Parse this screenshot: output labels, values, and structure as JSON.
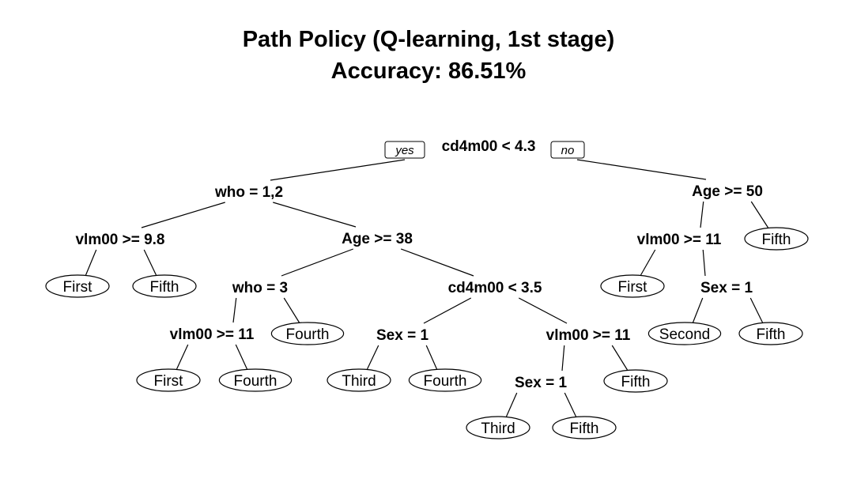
{
  "title": {
    "line1": "Path Policy (Q-learning, 1st stage)",
    "line2": "Accuracy: 86.51%"
  },
  "tree": {
    "root_yes_label": "yes",
    "root_no_label": "no",
    "nodes": [
      {
        "id": "n1",
        "label": "cd4m00 < 4.3",
        "leaf": false,
        "parent": null
      },
      {
        "id": "n2",
        "label": "who = 1,2",
        "leaf": false,
        "parent": "n1"
      },
      {
        "id": "n3",
        "label": "Age >= 50",
        "leaf": false,
        "parent": "n1"
      },
      {
        "id": "n4",
        "label": "vlm00 >= 9.8",
        "leaf": false,
        "parent": "n2"
      },
      {
        "id": "n5",
        "label": "Age >= 38",
        "leaf": false,
        "parent": "n2"
      },
      {
        "id": "n6",
        "label": "vlm00 >= 11",
        "leaf": false,
        "parent": "n3"
      },
      {
        "id": "n7",
        "label": "Fifth",
        "leaf": true,
        "parent": "n3"
      },
      {
        "id": "n8",
        "label": "First",
        "leaf": true,
        "parent": "n4"
      },
      {
        "id": "n9",
        "label": "Fifth",
        "leaf": true,
        "parent": "n4"
      },
      {
        "id": "n10",
        "label": "who = 3",
        "leaf": false,
        "parent": "n5"
      },
      {
        "id": "n11",
        "label": "cd4m00 < 3.5",
        "leaf": false,
        "parent": "n5"
      },
      {
        "id": "n12",
        "label": "First",
        "leaf": true,
        "parent": "n6"
      },
      {
        "id": "n13",
        "label": "Sex = 1",
        "leaf": false,
        "parent": "n6"
      },
      {
        "id": "n14",
        "label": "vlm00 >= 11",
        "leaf": false,
        "parent": "n10"
      },
      {
        "id": "n15",
        "label": "Fourth",
        "leaf": true,
        "parent": "n10"
      },
      {
        "id": "n16",
        "label": "Sex = 1",
        "leaf": false,
        "parent": "n11"
      },
      {
        "id": "n17",
        "label": "vlm00 >= 11",
        "leaf": false,
        "parent": "n11"
      },
      {
        "id": "n18",
        "label": "Second",
        "leaf": true,
        "parent": "n13"
      },
      {
        "id": "n19",
        "label": "Fifth",
        "leaf": true,
        "parent": "n13"
      },
      {
        "id": "n20",
        "label": "First",
        "leaf": true,
        "parent": "n14"
      },
      {
        "id": "n21",
        "label": "Fourth",
        "leaf": true,
        "parent": "n14"
      },
      {
        "id": "n22",
        "label": "Third",
        "leaf": true,
        "parent": "n16"
      },
      {
        "id": "n23",
        "label": "Fourth",
        "leaf": true,
        "parent": "n16"
      },
      {
        "id": "n24",
        "label": "Sex = 1",
        "leaf": false,
        "parent": "n17"
      },
      {
        "id": "n25",
        "label": "Fifth",
        "leaf": true,
        "parent": "n17"
      },
      {
        "id": "n26",
        "label": "Third",
        "leaf": true,
        "parent": "n24"
      },
      {
        "id": "n27",
        "label": "Fifth",
        "leaf": true,
        "parent": "n24"
      }
    ]
  }
}
